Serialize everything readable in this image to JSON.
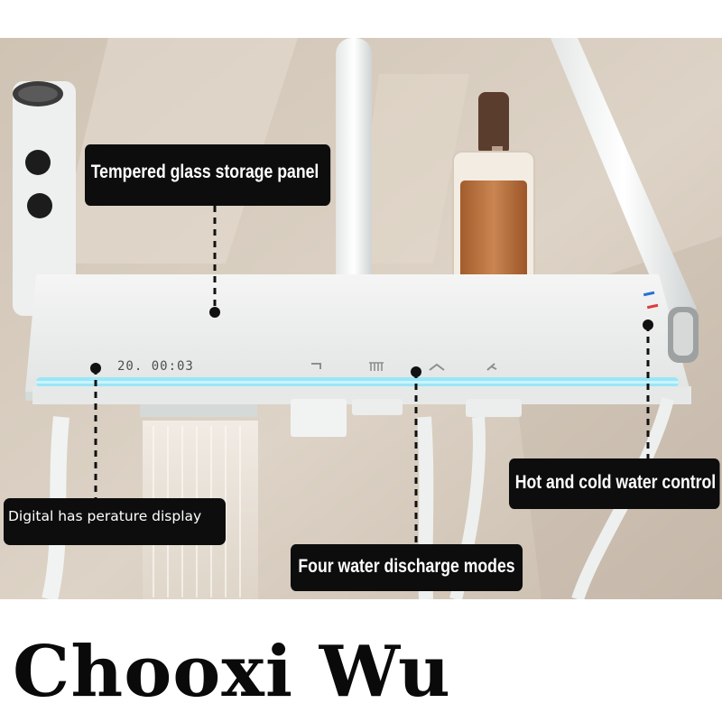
{
  "callouts": {
    "glass_panel": "Tempered glass storage panel",
    "hot_cold": "Hot and cold water control",
    "digital_display": "Digital has perature display",
    "discharge_modes": "Four water discharge modes"
  },
  "display_readout": "20. 00:03",
  "brand": "Chooxi Wu",
  "colors": {
    "wall": "#d8cdbf",
    "shelf": "#eef0ef",
    "led_strip": "#8fe3f5",
    "callout_bg": "#0d0d0d",
    "perfume_liquid": "#b56f3c"
  }
}
